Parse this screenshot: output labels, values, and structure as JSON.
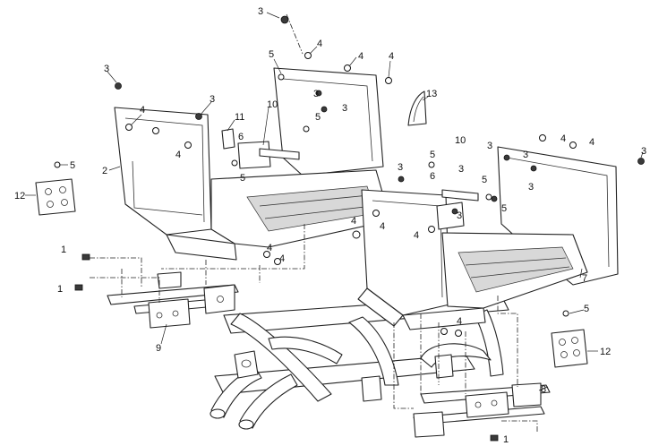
{
  "callouts": {
    "c1a": "1",
    "c1b": "1",
    "c1c": "1",
    "c2": "2",
    "c3a": "3",
    "c3b": "3",
    "c3c": "3",
    "c3d": "3",
    "c3e": "3",
    "c3f": "3",
    "c3g": "3",
    "c3h": "3",
    "c3i": "3",
    "c3j": "3",
    "c3k": "3",
    "c4a": "4",
    "c4b": "4",
    "c4c": "4",
    "c4d": "4",
    "c4e": "4",
    "c4f": "4",
    "c4g": "4",
    "c4h": "4",
    "c4i": "4",
    "c4j": "4",
    "c4k": "4",
    "c4l": "4",
    "c4m": "4",
    "c5a": "5",
    "c5b": "5",
    "c5c": "5",
    "c5d": "5",
    "c5e": "5",
    "c5f": "5",
    "c5g": "5",
    "c6a": "6",
    "c6b": "6",
    "c7": "7",
    "c8": "8",
    "c9": "9",
    "c10a": "10",
    "c10b": "10",
    "c11": "11",
    "c12a": "12",
    "c12b": "12",
    "c13": "13"
  }
}
